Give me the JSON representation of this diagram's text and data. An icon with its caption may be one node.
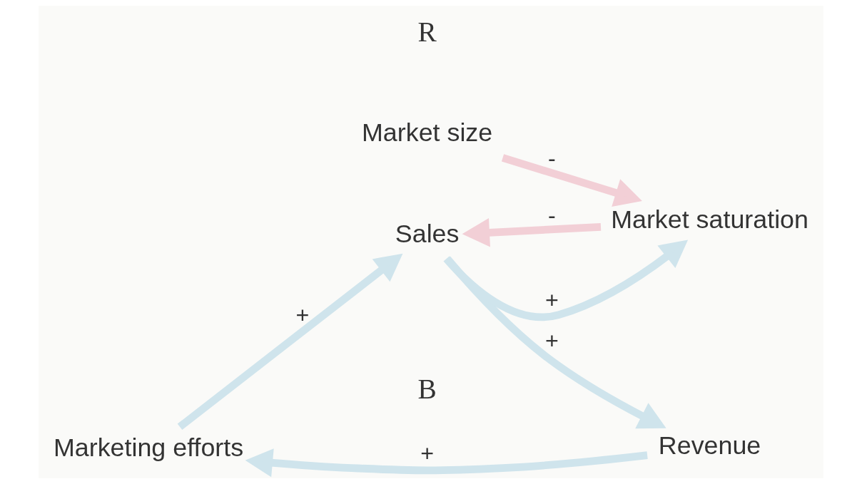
{
  "diagram": {
    "nodes": [
      {
        "text": [
          "Marketing efforts"
        ]
      },
      {
        "text": [
          "Sales"
        ]
      },
      {
        "text": [
          "Revenue"
        ]
      },
      {
        "text": [
          "Market saturation"
        ]
      },
      {
        "text": [
          "Market size"
        ]
      }
    ],
    "edges": [
      {
        "from": 0,
        "to": 1,
        "arrow": "to",
        "label": "+"
      },
      {
        "from": 1,
        "to": 2,
        "arrow": "to",
        "label": "+"
      },
      {
        "from": 2,
        "to": 0,
        "arrow": "to",
        "label": "+"
      },
      {
        "from": 1,
        "to": 3,
        "arrow": "to",
        "label": "+"
      },
      {
        "from": 3,
        "to": 1,
        "arrow": "to",
        "label": "-",
        "color": "#f2cfd6"
      },
      {
        "from": 4,
        "to": 3,
        "arrow": "to",
        "label": "-",
        "color": "#f2cfd6"
      }
    ],
    "labels": [
      "R",
      "B"
    ]
  }
}
